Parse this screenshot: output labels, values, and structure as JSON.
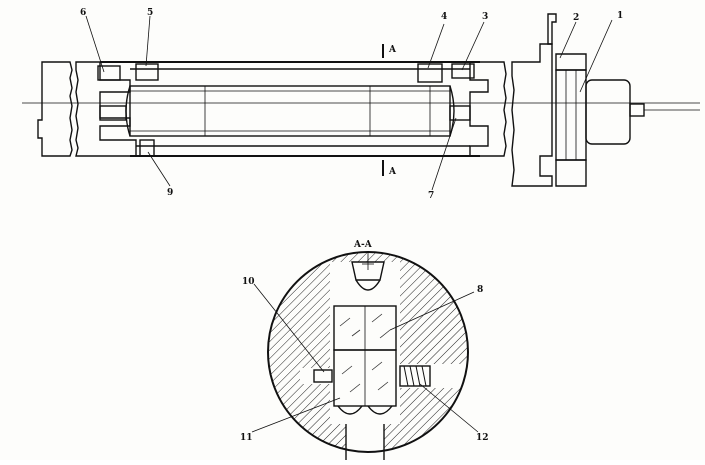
{
  "labels": {
    "l1": "1",
    "l2": "2",
    "l3": "3",
    "l4": "4",
    "l5": "5",
    "l6": "6",
    "l7": "7",
    "l8": "8",
    "l9": "9",
    "l10": "10",
    "l11": "11",
    "l12": "12"
  },
  "section": {
    "mark_top": "A",
    "mark_bottom": "A",
    "title": "A-A"
  }
}
